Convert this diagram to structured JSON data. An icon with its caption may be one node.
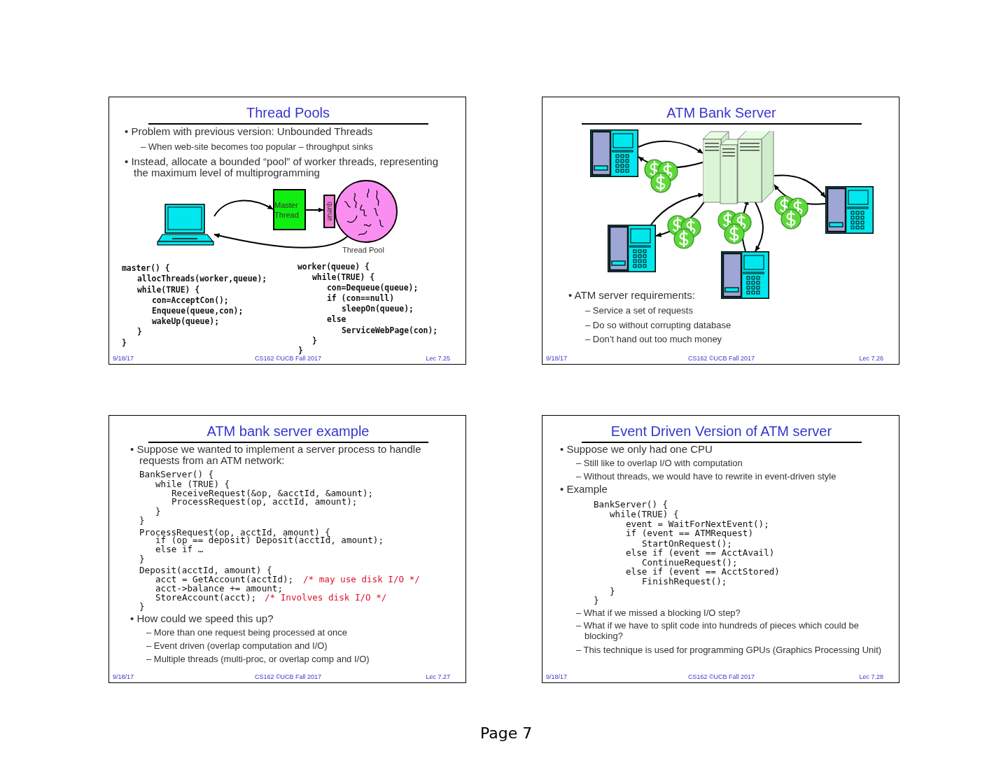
{
  "diagram": {
    "nodes": [
      {
        "text": [],
        "shape": "picture"
      },
      {
        "text": [
          "Master Thread"
        ]
      },
      {
        "text": [
          "queue"
        ]
      },
      {
        "text": [
          "Thread Pool"
        ]
      },
      {
        "text": [],
        "shape": "picture"
      },
      {
        "text": [],
        "shape": "picture"
      },
      {
        "text": [],
        "shape": "picture"
      },
      {
        "text": [],
        "shape": "picture"
      },
      {
        "text": [],
        "shape": "picture"
      }
    ],
    "edges": [
      {
        "from": 0,
        "to": 1,
        "arrow": "to"
      },
      {
        "from": 1,
        "to": 2,
        "arrow": "to"
      },
      {
        "from": 3,
        "to": 0,
        "arrow": "to"
      },
      {
        "from": 5,
        "to": 4,
        "arrow": "to"
      },
      {
        "from": 4,
        "to": 5,
        "arrow": "to"
      },
      {
        "from": 4,
        "to": 6,
        "arrow": "to"
      },
      {
        "from": 6,
        "to": 4,
        "arrow": "to"
      },
      {
        "from": 7,
        "to": 4,
        "arrow": "to"
      },
      {
        "from": 4,
        "to": 7,
        "arrow": "to"
      },
      {
        "from": 8,
        "to": 4,
        "arrow": "to"
      },
      {
        "from": 4,
        "to": 8,
        "arrow": "to"
      }
    ],
    "labels": [
      "Thread Pools",
      "• Problem with previous version: Unbounded Threads",
      "– When web-site becomes too popular – throughput sinks",
      "• Instead, allocate a bounded “pool” of worker threads, representing the maximum level of multiprogramming",
      "master() {",
      "allocThreads(worker,queue);",
      "while(TRUE) {",
      "con=AcceptCon();",
      "Enqueue(queue,con);",
      "wakeUp(queue);",
      "}",
      "}",
      "worker(queue) {",
      "while(TRUE) {",
      "con=Dequeue(queue);",
      "if (con==null)",
      "sleepOn(queue);",
      "else",
      "ServiceWebPage(con);",
      "}",
      "}",
      "9/18/17",
      "CS162 ©UCB Fall 2017",
      "Lec 7.25",
      "ATM Bank Server",
      "• ATM server requirements:",
      "– Service a set of requests",
      "– Do so without corrupting database",
      "– Don’t hand out too much money",
      "9/18/17",
      "CS162 ©UCB Fall 2017",
      "Lec 7.26",
      "ATM bank server example",
      "• Suppose we wanted to implement a server process to handle requests from an ATM network:",
      "BankServer() {",
      "while (TRUE) {",
      "ReceiveRequest(&op, &acctId, &amount);",
      "ProcessRequest(op, acctId, amount);",
      "}",
      "}",
      "ProcessRequest(op, acctId, amount) {",
      "if (op == deposit) Deposit(acctId, amount);",
      "else if …",
      "}",
      "Deposit(acctId, amount) {",
      "acct = GetAccount(acctId);",
      "/* may use disk I/O */",
      "acct->balance += amount;",
      "StoreAccount(acct);",
      "/* Involves disk I/O */",
      "}",
      "• How could we speed this up?",
      "– More than one request being processed at once",
      "– Event driven (overlap computation and I/O)",
      "– Multiple threads (multi-proc, or overlap comp and I/O)",
      "9/18/17",
      "CS162 ©UCB Fall 2017",
      "Lec 7.27",
      "Event Driven Version of ATM server",
      "• Suppose we only had one CPU",
      "– Still like to overlap I/O with computation",
      "– Without threads, we would have to rewrite in event-driven style",
      "• Example",
      "BankServer() {",
      "while(TRUE) {",
      "event = WaitForNextEvent();",
      "if (event == ATMRequest)",
      "StartOnRequest();",
      "else if (event == AcctAvail)",
      "ContinueRequest();",
      "else if (event == AcctStored)",
      "FinishRequest();",
      "}",
      "}",
      "– What if we missed a blocking I/O step?",
      "– What if we have to split code into hundreds of pieces which could be blocking?",
      "– This technique is used for programming GPUs (Graphics Processing Unit)",
      "9/18/17",
      "CS162 ©UCB Fall 2017",
      "Lec 7.28",
      "Page 7"
    ]
  }
}
